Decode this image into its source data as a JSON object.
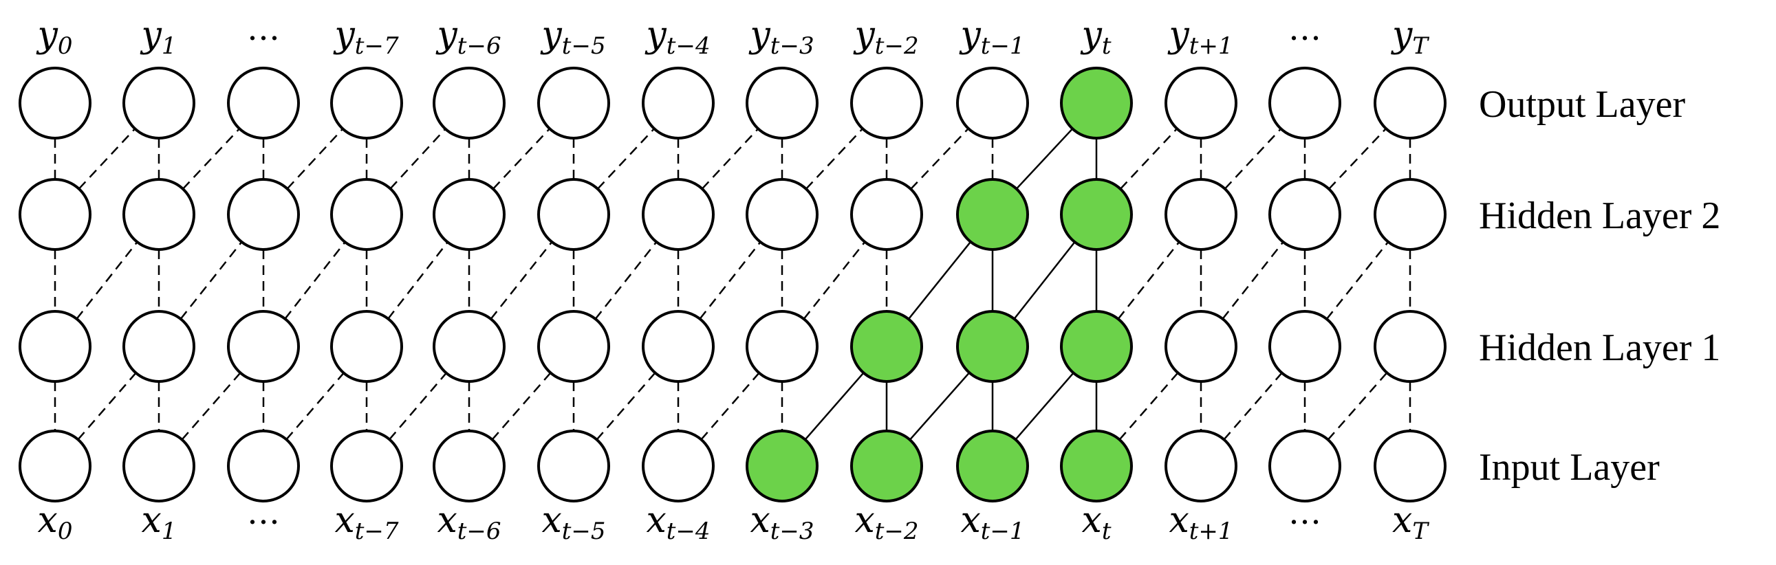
{
  "columns": [
    {
      "y_base": "y",
      "y_sub": "0",
      "x_base": "x",
      "x_sub": "0"
    },
    {
      "y_base": "y",
      "y_sub": "1",
      "x_base": "x",
      "x_sub": "1"
    },
    {
      "y_base": "",
      "y_sub": "",
      "y_dots": "…",
      "x_base": "",
      "x_sub": "",
      "x_dots": "…"
    },
    {
      "y_base": "y",
      "y_sub": "t−7",
      "x_base": "x",
      "x_sub": "t−7"
    },
    {
      "y_base": "y",
      "y_sub": "t−6",
      "x_base": "x",
      "x_sub": "t−6"
    },
    {
      "y_base": "y",
      "y_sub": "t−5",
      "x_base": "x",
      "x_sub": "t−5"
    },
    {
      "y_base": "y",
      "y_sub": "t−4",
      "x_base": "x",
      "x_sub": "t−4"
    },
    {
      "y_base": "y",
      "y_sub": "t−3",
      "x_base": "x",
      "x_sub": "t−3"
    },
    {
      "y_base": "y",
      "y_sub": "t−2",
      "x_base": "x",
      "x_sub": "t−2"
    },
    {
      "y_base": "y",
      "y_sub": "t−1",
      "x_base": "x",
      "x_sub": "t−1"
    },
    {
      "y_base": "y",
      "y_sub": "t",
      "x_base": "x",
      "x_sub": "t"
    },
    {
      "y_base": "y",
      "y_sub": "t+1",
      "x_base": "x",
      "x_sub": "t+1"
    },
    {
      "y_base": "",
      "y_sub": "",
      "y_dots": "…",
      "x_base": "",
      "x_sub": "",
      "x_dots": "…"
    },
    {
      "y_base": "y",
      "y_sub": "T",
      "x_base": "x",
      "x_sub": "T"
    }
  ],
  "layers": [
    {
      "name": "Output Layer",
      "highlighted_columns": [
        10
      ]
    },
    {
      "name": "Hidden Layer 2",
      "highlighted_columns": [
        9,
        10
      ]
    },
    {
      "name": "Hidden Layer 1",
      "highlighted_columns": [
        8,
        9,
        10
      ]
    },
    {
      "name": "Input Layer",
      "highlighted_columns": [
        7,
        8,
        9,
        10
      ]
    }
  ],
  "colors": {
    "highlight_fill": "#6cd24a",
    "node_fill": "#ffffff",
    "stroke": "#000000"
  }
}
